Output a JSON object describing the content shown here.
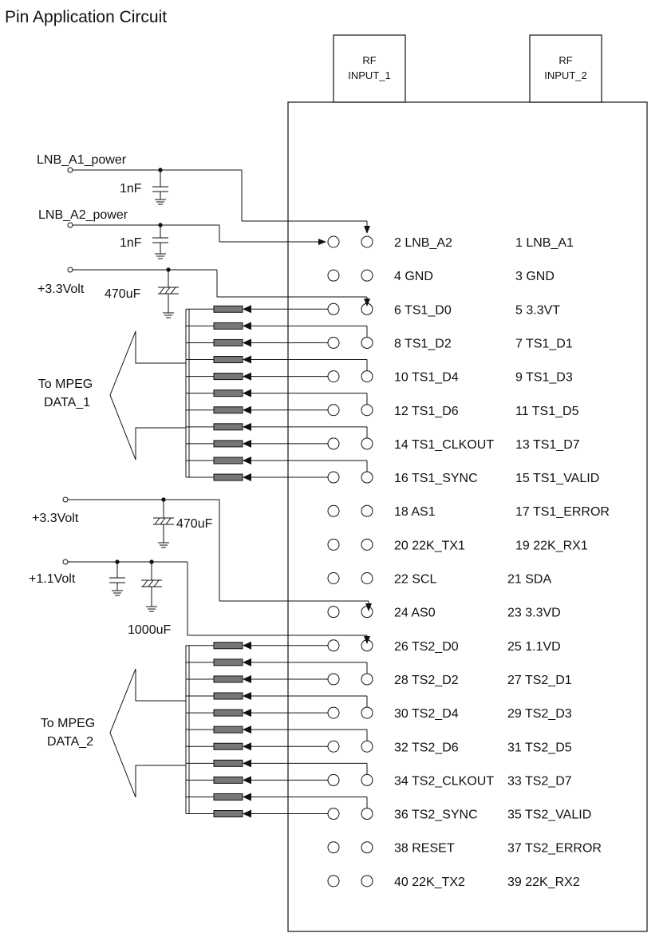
{
  "title": "Pin Application Circuit",
  "rf_inputs": [
    {
      "line1": "RF",
      "line2": "INPUT_1"
    },
    {
      "line1": "RF",
      "line2": "INPUT_2"
    }
  ],
  "pins": [
    [
      "2 LNB_A2",
      "1 LNB_A1"
    ],
    [
      "4 GND",
      "3 GND"
    ],
    [
      "6 TS1_D0",
      "5 3.3VT"
    ],
    [
      "8 TS1_D2",
      "7 TS1_D1"
    ],
    [
      "10 TS1_D4",
      "9 TS1_D3"
    ],
    [
      "12 TS1_D6",
      "11 TS1_D5"
    ],
    [
      "14 TS1_CLKOUT",
      "13 TS1_D7"
    ],
    [
      "16 TS1_SYNC",
      "15 TS1_VALID"
    ],
    [
      "18 AS1",
      "17 TS1_ERROR"
    ],
    [
      "20 22K_TX1",
      "19 22K_RX1"
    ],
    [
      "22 SCL",
      "21 SDA"
    ],
    [
      "24 AS0",
      "23 3.3VD"
    ],
    [
      "26 TS2_D0",
      "25 1.1VD"
    ],
    [
      "28 TS2_D2",
      "27 TS2_D1"
    ],
    [
      "30 TS2_D4",
      "29 TS2_D3"
    ],
    [
      "32 TS2_D6",
      "31 TS2_D5"
    ],
    [
      "34 TS2_CLKOUT",
      "33 TS2_D7"
    ],
    [
      "36 TS2_SYNC",
      "35 TS2_VALID"
    ],
    [
      "38 RESET",
      "37 TS2_ERROR"
    ],
    [
      "40 22K_TX2",
      "39 22K_RX2"
    ]
  ],
  "power_labels": {
    "lnb_a1": "LNB_A1_power",
    "lnb_a2": "LNB_A2_power",
    "v33_a": "+3.3Volt",
    "v33_b": "+3.3Volt",
    "v11": "+1.1Volt"
  },
  "cap_labels": {
    "c1": "1nF",
    "c2": "1nF",
    "c3": "470uF",
    "c4": "470uF",
    "c5": "1000uF"
  },
  "mpeg": [
    {
      "line1": "To MPEG",
      "line2": "DATA_1"
    },
    {
      "line1": "To MPEG",
      "line2": "DATA_2"
    }
  ]
}
